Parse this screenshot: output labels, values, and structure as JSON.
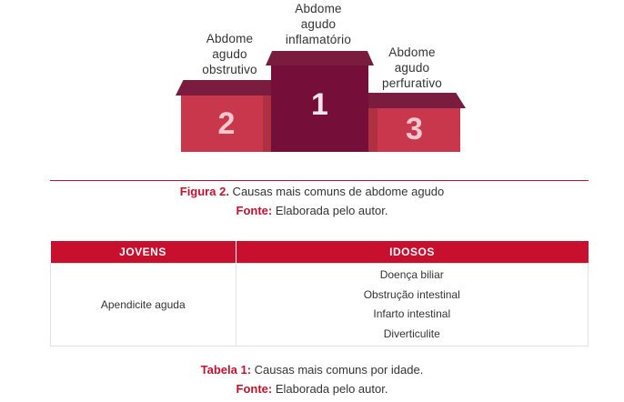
{
  "figure": {
    "podium": [
      {
        "rank": "2",
        "label_lines": [
          "Abdome",
          "agudo",
          "obstrutivo"
        ]
      },
      {
        "rank": "1",
        "label_lines": [
          "Abdome",
          "agudo",
          "inflamatório"
        ]
      },
      {
        "rank": "3",
        "label_lines": [
          "Abdome",
          "agudo",
          "perfurativo"
        ]
      }
    ],
    "colors": {
      "podium_side": "#c8374b",
      "podium_center": "#750f3a",
      "cap": "#7a1c3e",
      "accent": "#c8102e"
    },
    "caption_key": "Figura 2.",
    "caption_text": " Causas mais comuns de abdome agudo",
    "source_key": "Fonte:",
    "source_text": " Elaborada pelo autor."
  },
  "table": {
    "headers": [
      "JOVENS",
      "IDOSOS"
    ],
    "jovens": "Apendicite aguda",
    "idosos": [
      "Doença biliar",
      "Obstrução intestinal",
      "Infarto intestinal",
      "Diverticulite"
    ],
    "caption_key": "Tabela 1:",
    "caption_text": " Causas mais comuns por idade.",
    "source_key": "Fonte:",
    "source_text": " Elaborada pelo autor."
  }
}
